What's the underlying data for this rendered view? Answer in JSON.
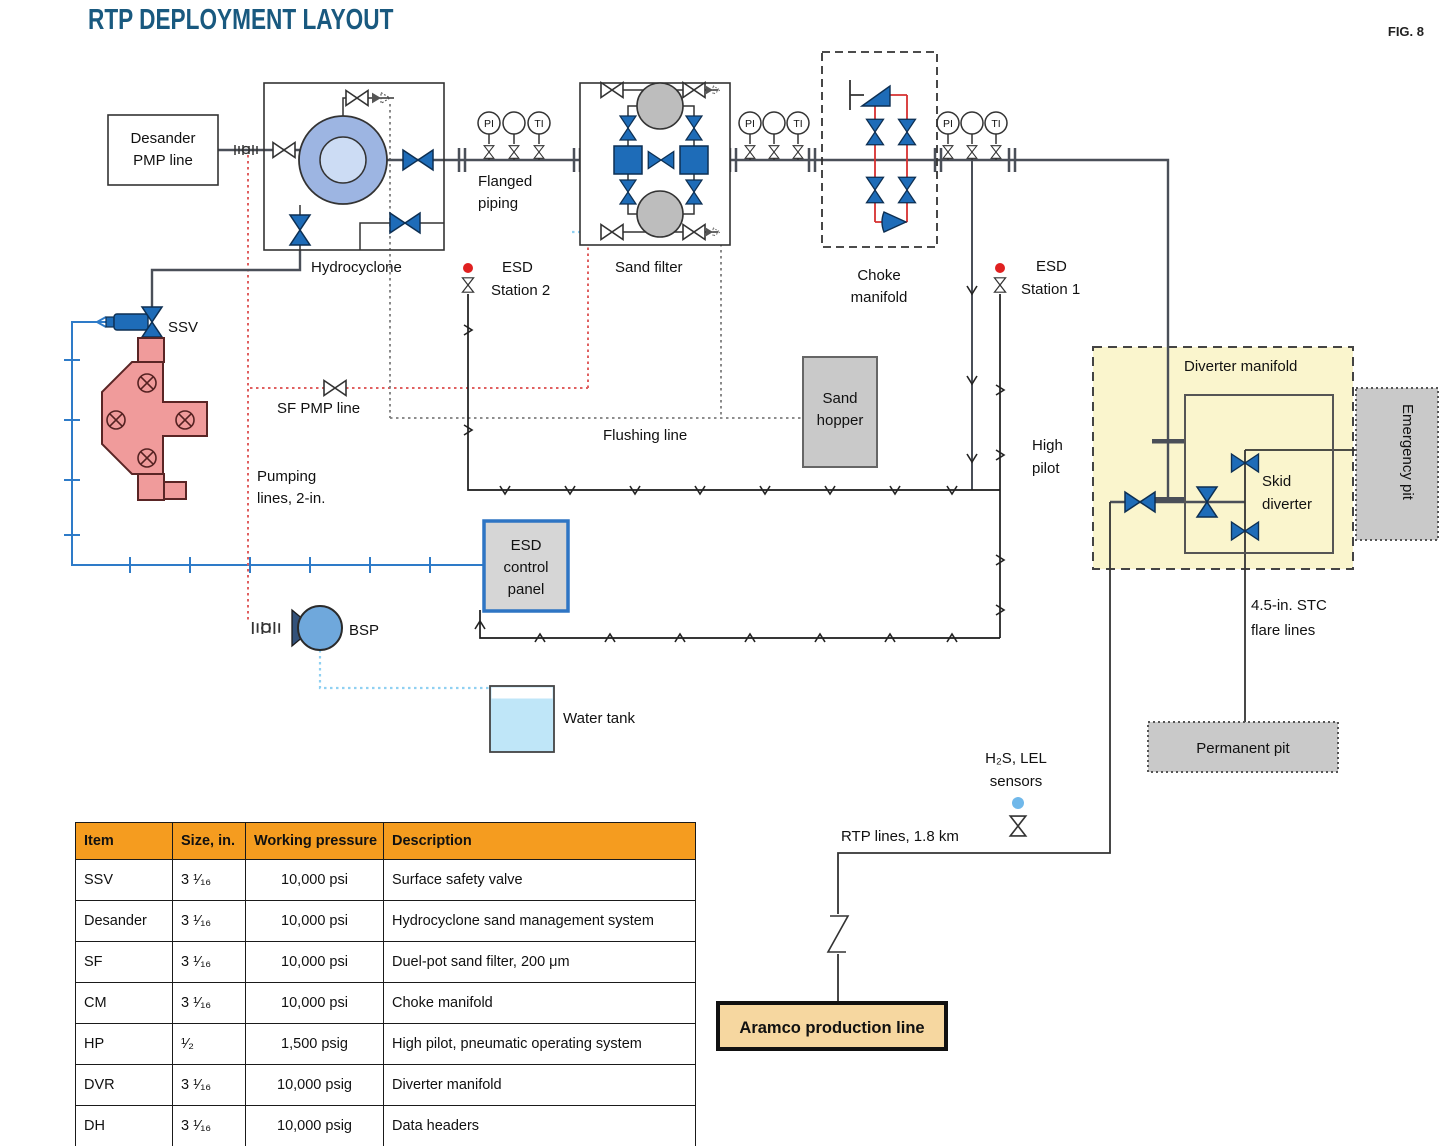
{
  "title": "RTP DEPLOYMENT LAYOUT",
  "fig_label": "FIG. 8",
  "colors": {
    "title_blue": "#19597f",
    "table_header_orange": "#f59c1f",
    "valve_blue": "#1e6cb8",
    "diverter_fill_yellow": "#faf5cd",
    "wellhead_pink": "#f09b9b",
    "choke_loop_red": "#d63030",
    "pneumatic_blue": "#2e7bc8",
    "pump_line_red_dotted": "#e06060",
    "water_line_blue_dotted": "#8fd0f2",
    "esd_dot_red": "#e02020"
  },
  "diagram": {
    "desander": [
      "Desander",
      "PMP line"
    ],
    "hydrocyclone": "Hydrocyclone",
    "flanged_piping": [
      "Flanged",
      "piping"
    ],
    "esd_station_2": [
      "ESD",
      "Station 2"
    ],
    "sand_filter": "Sand filter",
    "choke_manifold": [
      "Choke",
      "manifold"
    ],
    "esd_station_1": [
      "ESD",
      "Station 1"
    ],
    "ssv": "SSV",
    "sf_pmp_line": "SF PMP line",
    "pumping_lines": [
      "Pumping",
      "lines, 2-in."
    ],
    "flushing_line": "Flushing line",
    "sand_hopper": [
      "Sand",
      "hopper"
    ],
    "high_pilot": [
      "High",
      "pilot"
    ],
    "diverter_manifold": "Diverter manifold",
    "skid_diverter": [
      "Skid",
      "diverter"
    ],
    "emergency_pit": "Emergency pit",
    "flare_lines": [
      "4.5-in. STC",
      "flare lines"
    ],
    "permanent_pit": "Permanent pit",
    "esd_control_panel": [
      "ESD",
      "control",
      "panel"
    ],
    "bsp": "BSP",
    "water_tank": "Water tank",
    "h2s_sensors": [
      "H₂S, LEL",
      "sensors"
    ],
    "rtp_lines": "RTP lines, 1.8 km",
    "aramco_production_line": "Aramco production line",
    "gauge_pi": "PI",
    "gauge_ti": "TI"
  },
  "table": {
    "headers": [
      "Item",
      "Size, in.",
      "Working pressure",
      "Description"
    ],
    "rows": [
      {
        "item": "SSV",
        "size": "3 ¹⁄₁₆",
        "pressure": "10,000 psi",
        "description": "Surface safety valve"
      },
      {
        "item": "Desander",
        "size": "3 ¹⁄₁₆",
        "pressure": "10,000 psi",
        "description": "Hydrocyclone sand management system"
      },
      {
        "item": "SF",
        "size": "3 ¹⁄₁₆",
        "pressure": "10,000 psi",
        "description": "Duel-pot sand filter, 200 μm"
      },
      {
        "item": "CM",
        "size": "3 ¹⁄₁₆",
        "pressure": "10,000 psi",
        "description": "Choke manifold"
      },
      {
        "item": "HP",
        "size": "¹⁄₂",
        "pressure": "1,500 psig",
        "description": "High pilot, pneumatic operating system"
      },
      {
        "item": "DVR",
        "size": "3 ¹⁄₁₆",
        "pressure": "10,000 psig",
        "description": "Diverter manifold"
      },
      {
        "item": "DH",
        "size": "3 ¹⁄₁₆",
        "pressure": "10,000 psig",
        "description": "Data headers"
      }
    ]
  }
}
